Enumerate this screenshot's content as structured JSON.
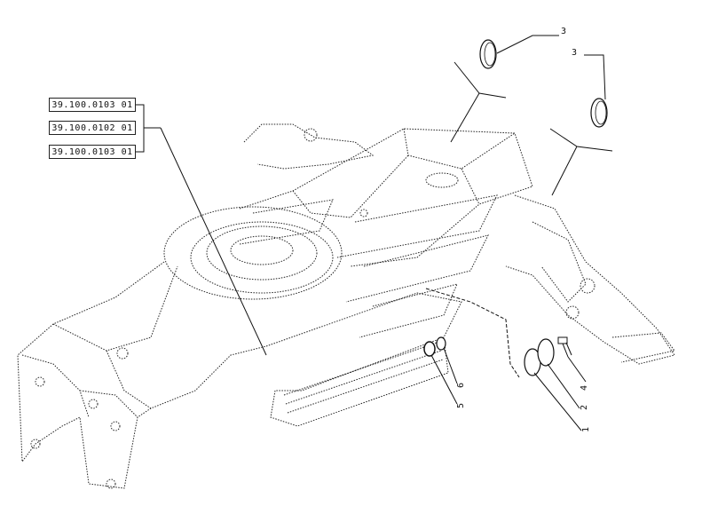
{
  "reference_codes": [
    "39.100.0103 01",
    "39.100.0102 01",
    "39.100.0103 01"
  ],
  "callouts": {
    "c3a": "3",
    "c3b": "3",
    "c4": "4",
    "c2": "2",
    "c1": "1",
    "c6": "6",
    "c5": "5"
  }
}
